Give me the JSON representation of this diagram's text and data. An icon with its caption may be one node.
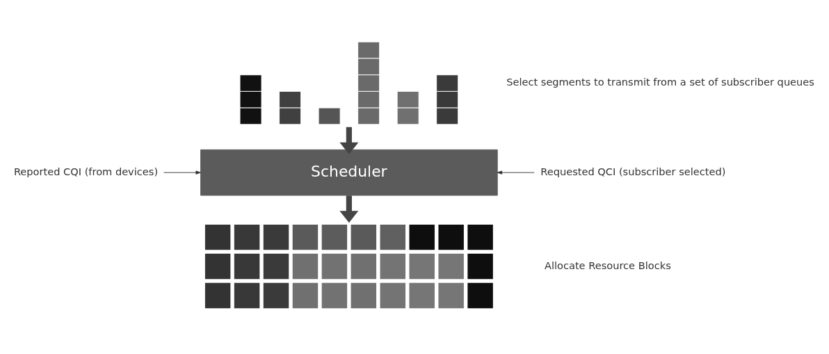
{
  "diagram": {
    "nodes": [
      {
        "text": [],
        "shape": "picture"
      },
      {
        "text": [
          "Reported CQI (from devices)"
        ]
      },
      {
        "text": [
          "Scheduler"
        ]
      },
      {
        "text": [
          "Requested QCI (subscriber selected)"
        ]
      },
      {
        "text": [],
        "shape": "picture"
      }
    ],
    "edges": [
      {
        "from": 0,
        "to": 2,
        "arrow": "to",
        "style": "thick"
      },
      {
        "from": 1,
        "to": 2,
        "arrow": "to"
      },
      {
        "from": 3,
        "to": 2,
        "arrow": "to"
      },
      {
        "from": 2,
        "to": 4,
        "arrow": "to",
        "style": "thick"
      }
    ],
    "labels": [
      "Select segments to transmit from a set of subscriber queues",
      "Allocate Resource Blocks"
    ]
  }
}
